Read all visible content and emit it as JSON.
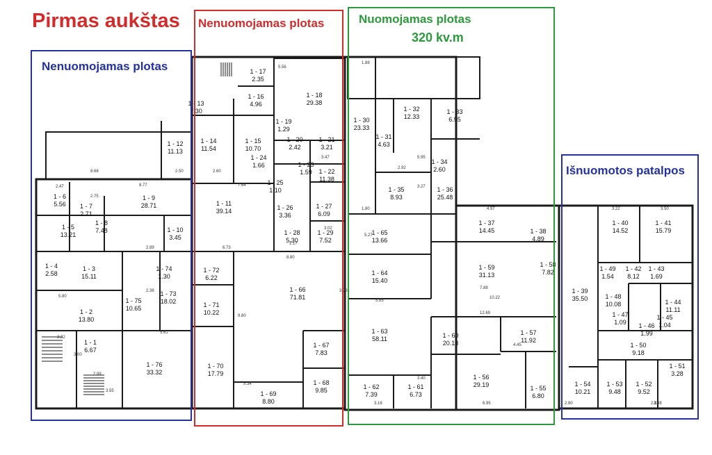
{
  "title": "Pirmas aukštas",
  "zones": {
    "left": {
      "label": "Nenuomojamas plotas",
      "color": "#2332a0"
    },
    "middle": {
      "label": "Nenuomojamas plotas",
      "color": "#d42a2a"
    },
    "center": {
      "label": "Nuomojamas plotas",
      "area": "320 kv.m",
      "color": "#2a9a3a"
    },
    "right": {
      "label": "Išnuomotos patalpos",
      "color": "#2332a0"
    }
  },
  "rooms": [
    {
      "id": "1 - 1",
      "area": "6.67"
    },
    {
      "id": "1 - 2",
      "area": "13.80"
    },
    {
      "id": "1 - 3",
      "area": "15.11"
    },
    {
      "id": "1 - 4",
      "area": "2.58"
    },
    {
      "id": "1 - 5",
      "area": "13.21"
    },
    {
      "id": "1 - 6",
      "area": "5.56"
    },
    {
      "id": "1 - 7",
      "area": "2.71"
    },
    {
      "id": "1 - 8",
      "area": "7.48"
    },
    {
      "id": "1 - 9",
      "area": "28.71"
    },
    {
      "id": "1 - 10",
      "area": "3.45"
    },
    {
      "id": "1 - 11",
      "area": "39.14"
    },
    {
      "id": "1 - 12",
      "area": "11.13"
    },
    {
      "id": "1 - 13",
      "area": "7.30"
    },
    {
      "id": "1 - 14",
      "area": "11.54"
    },
    {
      "id": "1 - 15",
      "area": "10.70"
    },
    {
      "id": "1 - 16",
      "area": "4.96"
    },
    {
      "id": "1 - 17",
      "area": "2.35"
    },
    {
      "id": "1 - 18",
      "area": "29.38"
    },
    {
      "id": "1 - 19",
      "area": "1.29"
    },
    {
      "id": "1 - 20",
      "area": "2.42"
    },
    {
      "id": "1 - 21",
      "area": "3.21"
    },
    {
      "id": "1 - 22",
      "area": "11.38"
    },
    {
      "id": "1 - 23",
      "area": "1.59"
    },
    {
      "id": "1 - 24",
      "area": "1.66"
    },
    {
      "id": "1 - 25",
      "area": "1.10"
    },
    {
      "id": "1 - 26",
      "area": "3.36"
    },
    {
      "id": "1 - 27",
      "area": "6.09"
    },
    {
      "id": "1 - 28",
      "area": "5.30"
    },
    {
      "id": "1 - 29",
      "area": "7.52"
    },
    {
      "id": "1 - 30",
      "area": "23.33"
    },
    {
      "id": "1 - 31",
      "area": "4.63"
    },
    {
      "id": "1 - 32",
      "area": "12.33"
    },
    {
      "id": "1 - 33",
      "area": "6.95"
    },
    {
      "id": "1 - 34",
      "area": "2.60"
    },
    {
      "id": "1 - 35",
      "area": "8.93"
    },
    {
      "id": "1 - 36",
      "area": "25.48"
    },
    {
      "id": "1 - 37",
      "area": "14.45"
    },
    {
      "id": "1 - 38",
      "area": "4.89"
    },
    {
      "id": "1 - 39",
      "area": "35.50"
    },
    {
      "id": "1 - 40",
      "area": "14.52"
    },
    {
      "id": "1 - 41",
      "area": "15.79"
    },
    {
      "id": "1 - 42",
      "area": "8.12"
    },
    {
      "id": "1 - 43",
      "area": "1.69"
    },
    {
      "id": "1 - 44",
      "area": "11.11"
    },
    {
      "id": "1 - 45",
      "area": "1.04"
    },
    {
      "id": "1 - 46",
      "area": "1.99"
    },
    {
      "id": "1 - 47",
      "area": "1.09"
    },
    {
      "id": "1 - 48",
      "area": "10.08"
    },
    {
      "id": "1 - 49",
      "area": "1.54"
    },
    {
      "id": "1 - 50",
      "area": "9.18"
    },
    {
      "id": "1 - 51",
      "area": "3.28"
    },
    {
      "id": "1 - 52",
      "area": "9.52"
    },
    {
      "id": "1 - 53",
      "area": "9.48"
    },
    {
      "id": "1 - 54",
      "area": "10.21"
    },
    {
      "id": "1 - 55",
      "area": "6.80"
    },
    {
      "id": "1 - 56",
      "area": "29.19"
    },
    {
      "id": "1 - 57",
      "area": "11.92"
    },
    {
      "id": "1 - 58",
      "area": "7.82"
    },
    {
      "id": "1 - 59",
      "area": "31.13"
    },
    {
      "id": "1 - 60",
      "area": "20.13"
    },
    {
      "id": "1 - 61",
      "area": "6.73"
    },
    {
      "id": "1 - 62",
      "area": "7.39"
    },
    {
      "id": "1 - 63",
      "area": "58.11"
    },
    {
      "id": "1 - 64",
      "area": "15.40"
    },
    {
      "id": "1 - 65",
      "area": "13.66"
    },
    {
      "id": "1 - 66",
      "area": "71.81"
    },
    {
      "id": "1 - 67",
      "area": "7.83"
    },
    {
      "id": "1 - 68",
      "area": "9.85"
    },
    {
      "id": "1 - 69",
      "area": "8.80"
    },
    {
      "id": "1 - 70",
      "area": "17.79"
    },
    {
      "id": "1 - 71",
      "area": "10.22"
    },
    {
      "id": "1 - 72",
      "area": "6.22"
    },
    {
      "id": "1 - 73",
      "area": "18.02"
    },
    {
      "id": "1 - 74",
      "area": "1.30"
    },
    {
      "id": "1 - 75",
      "area": "10.65"
    },
    {
      "id": "1 - 76",
      "area": "33.32"
    }
  ],
  "dimensions": [
    "8.68",
    "8.77",
    "2.75",
    "2.47",
    "5.80",
    "3.32",
    "2.99",
    "8.80",
    "5.56",
    "12.69",
    "10.22",
    "7.88",
    "6.95",
    "5.34",
    "3.40",
    "3.50",
    "3.22",
    "4.97",
    "2.60",
    "2.50",
    "7.64",
    "6.73",
    "5.61",
    "2.89",
    "2.38",
    "2.37",
    "3.16",
    "2.80",
    "4.45",
    "5.85",
    "3.00",
    "3.55",
    "3.78",
    "9.80",
    "2.92",
    "1.88",
    "1.80",
    "3.38",
    "5.95",
    "3.27",
    "3.47",
    "2.17",
    "3.02",
    "5.27"
  ]
}
